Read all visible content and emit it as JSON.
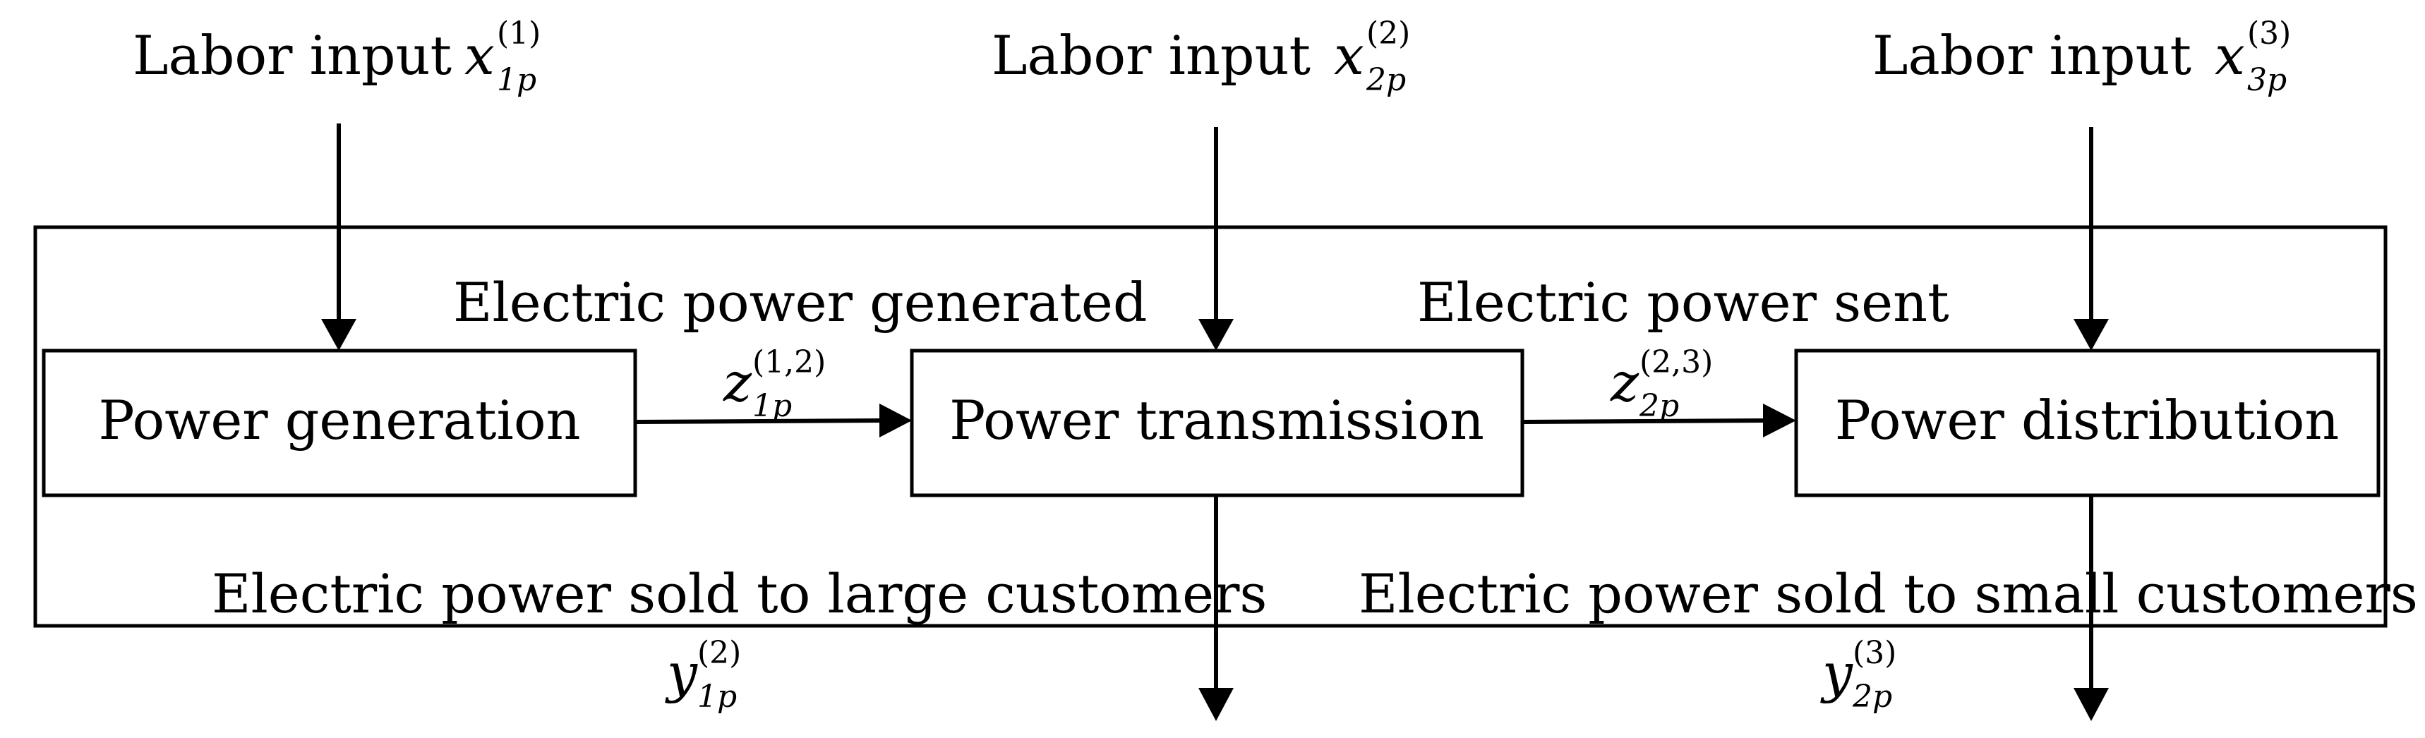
{
  "labor_inputs": [
    {
      "label": "Labor input",
      "var": "x",
      "sup": "(1)",
      "sub": "1p"
    },
    {
      "label": "Labor input",
      "var": "x",
      "sup": "(2)",
      "sub": "2p"
    },
    {
      "label": "Labor input",
      "var": "x",
      "sup": "(3)",
      "sub": "3p"
    }
  ],
  "stages": [
    {
      "label": "Power generation"
    },
    {
      "label": "Power transmission"
    },
    {
      "label": "Power distribution"
    }
  ],
  "flows": [
    {
      "caption": "Electric power generated",
      "var": "z",
      "sup": "(1,2)",
      "sub": "1p"
    },
    {
      "caption": "Electric power sent",
      "var": "z",
      "sup": "(2,3)",
      "sub": "2p"
    }
  ],
  "outputs": [
    {
      "caption": "Electric power sold to large customers",
      "var": "y",
      "sup": "(2)",
      "sub": "1p"
    },
    {
      "caption": "Electric power sold to small customers",
      "var": "y",
      "sup": "(3)",
      "sub": "2p"
    }
  ],
  "colors": {
    "stroke": "#000000",
    "background": "#ffffff"
  }
}
